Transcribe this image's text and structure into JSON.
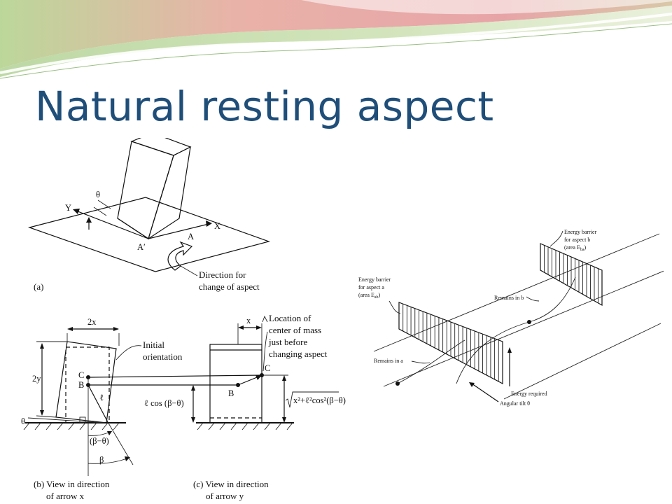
{
  "slide": {
    "title": "Natural resting aspect"
  },
  "figure_left": {
    "panel_a": {
      "caption": "(a)",
      "label_theta": "θ",
      "label_Y": "Y",
      "label_X": "X",
      "label_A": "A",
      "label_A_prime": "A′",
      "direction_line1": "Direction for",
      "direction_line2": "change of aspect"
    },
    "panel_b": {
      "dim_2x": "2x",
      "dim_2y": "2y",
      "label_C": "C",
      "label_B": "B",
      "label_l": "ℓ",
      "label_theta": "θ",
      "angle_beta_theta": "(β−θ)",
      "angle_beta": "β",
      "initial_line1": "Initial",
      "initial_line2": "orientation",
      "caption_line1": "(b) View in direction",
      "caption_line2": "of arrow x"
    },
    "panel_c": {
      "dim_x": "x",
      "location_line1": "Location of",
      "location_line2": "center of mass",
      "location_line3": "just before",
      "location_line4": "changing aspect",
      "label_C": "C",
      "label_B": "B",
      "height_label": "ℓ cos (β−θ)",
      "sqrt_label": "x²+ℓ²cos²(β−θ)",
      "caption_line1": "(c) View in direction",
      "caption_line2": "of arrow y"
    }
  },
  "figure_right": {
    "barrier_a_line1": "Energy barrier",
    "barrier_a_line2": "for aspect a",
    "barrier_a_line3": "(area E",
    "barrier_a_sub": "ab",
    "barrier_a_close": ")",
    "barrier_b_line1": "Energy barrier",
    "barrier_b_line2": "for aspect b",
    "barrier_b_line3": "(area E",
    "barrier_b_sub": "ba",
    "barrier_b_close": ")",
    "remains_b": "Remains in b",
    "remains_a": "Remains in a",
    "energy_required": "Energy required",
    "angular_tilt": "Angular tilt θ"
  },
  "colors": {
    "title": "#1f4e79",
    "swoosh_pink": "#e7a4a7",
    "swoosh_green": "#bcd79a"
  }
}
